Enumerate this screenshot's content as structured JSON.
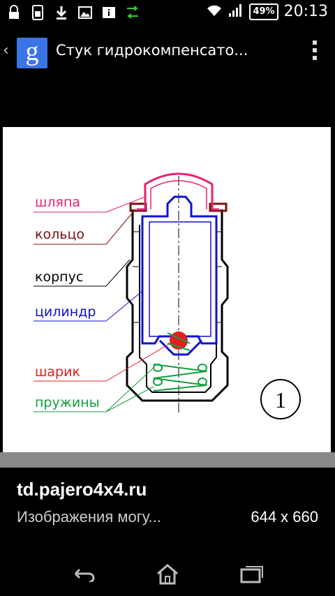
{
  "status_bar": {
    "battery": "49%",
    "time": "20:13",
    "icons": [
      "lock-icon",
      "sim-icon",
      "download-icon",
      "image-icon",
      "info-icon",
      "transfer-icon",
      "wifi-icon",
      "signal-icon",
      "battery-icon"
    ]
  },
  "action_bar": {
    "title": "Стук гидрокомпенсато...",
    "app_icon_letter": "g"
  },
  "diagram": {
    "labels": {
      "shlyapa": "шляпа",
      "koltso": "кольцо",
      "korpus": "корпус",
      "tsilindr": "цилиндр",
      "sharik": "шарик",
      "pruzhiny": "пружины"
    },
    "figure_number": "1",
    "colors": {
      "shlyapa": "#e8206f",
      "koltso": "#7a1010",
      "korpus": "#000000",
      "tsilindr": "#1010d0",
      "sharik": "#e02020",
      "pruzhiny": "#10a040"
    }
  },
  "caption": {
    "site": "td.pajero4x4.ru",
    "description": "Изображения могу...",
    "size": "644 x 660"
  },
  "nav": {
    "icons": [
      "back-icon",
      "home-icon",
      "recents-icon"
    ]
  }
}
